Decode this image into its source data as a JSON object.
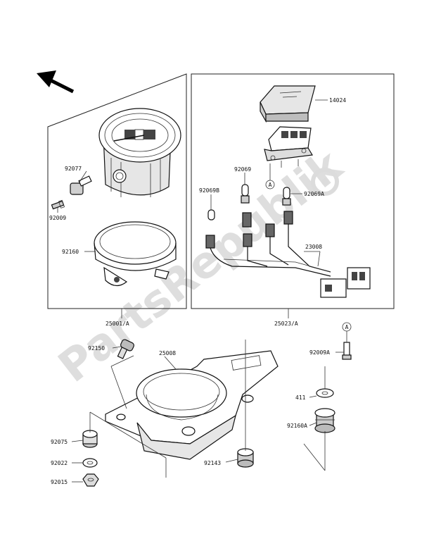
{
  "watermark": "PartsRepublik",
  "callouts": {
    "a_upper": "A",
    "a_lower": "A"
  },
  "labels": {
    "p92077": "92077",
    "p92009": "92009",
    "p92160": "92160",
    "p25001": "25001/A",
    "p14024": "14024",
    "p92069": "92069",
    "p92069B": "92069B",
    "p92069A": "92069A",
    "p23008": "23008",
    "p25023": "25023/A",
    "p92150": "92150",
    "p25008": "25008",
    "p92009A": "92009A",
    "p411": "411",
    "p92160A": "92160A",
    "p92075": "92075",
    "p92022": "92022",
    "p92015": "92015",
    "p92143": "92143"
  },
  "colors": {
    "line": "#222222",
    "fill_light": "#e6e6e6",
    "fill_dark": "#444444",
    "watermark": "#dedede"
  }
}
